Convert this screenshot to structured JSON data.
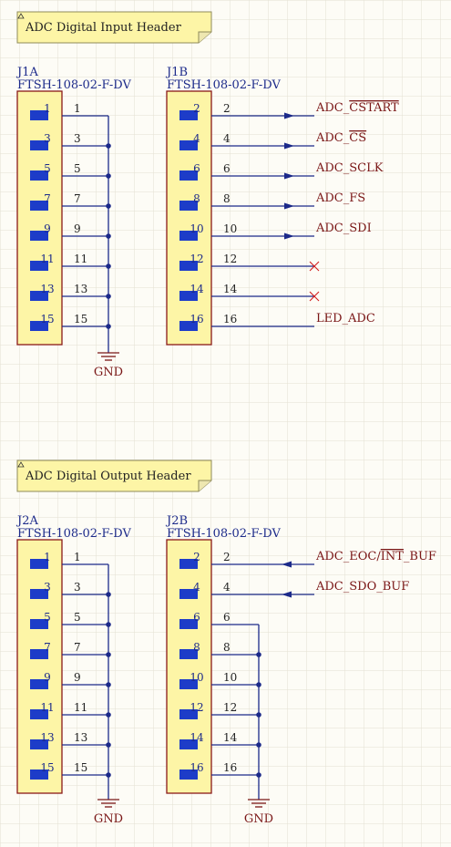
{
  "colors": {
    "background": "#fdfcf6",
    "grid": "#e3e0d2",
    "wire": "#1c2a8a",
    "component_fill": "#fdf5a6",
    "component_border": "#8a1a1a",
    "pin_pad": "#1d3cc8",
    "net_label": "#7a1616",
    "no_connect": "#d21a1a"
  },
  "sections": [
    {
      "note": "ADC Digital Input Header",
      "left": {
        "designator": "J1A",
        "part": "FTSH-108-02-F-DV",
        "pins": [
          {
            "num": "1",
            "net": "1"
          },
          {
            "num": "3",
            "net": "3"
          },
          {
            "num": "5",
            "net": "5"
          },
          {
            "num": "7",
            "net": "7"
          },
          {
            "num": "9",
            "net": "9"
          },
          {
            "num": "11",
            "net": "11"
          },
          {
            "num": "13",
            "net": "13"
          },
          {
            "num": "15",
            "net": "15"
          }
        ],
        "gnd": "GND"
      },
      "right": {
        "designator": "J1B",
        "part": "FTSH-108-02-F-DV",
        "pins": [
          {
            "num": "2",
            "net": "2",
            "port": "ADC_CSTART",
            "kind": "out",
            "overline": "CSTART"
          },
          {
            "num": "4",
            "net": "4",
            "port": "ADC_CS",
            "kind": "out",
            "overline": "CS"
          },
          {
            "num": "6",
            "net": "6",
            "port": "ADC_SCLK",
            "kind": "out"
          },
          {
            "num": "8",
            "net": "8",
            "port": "ADC_FS",
            "kind": "out"
          },
          {
            "num": "10",
            "net": "10",
            "port": "ADC_SDI",
            "kind": "out"
          },
          {
            "num": "12",
            "net": "12",
            "kind": "nc"
          },
          {
            "num": "14",
            "net": "14",
            "kind": "nc"
          },
          {
            "num": "16",
            "net": "16",
            "port": "LED_ADC",
            "kind": "plain"
          }
        ]
      }
    },
    {
      "note": "ADC Digital Output Header",
      "left": {
        "designator": "J2A",
        "part": "FTSH-108-02-F-DV",
        "pins": [
          {
            "num": "1",
            "net": "1"
          },
          {
            "num": "3",
            "net": "3"
          },
          {
            "num": "5",
            "net": "5"
          },
          {
            "num": "7",
            "net": "7"
          },
          {
            "num": "9",
            "net": "9"
          },
          {
            "num": "11",
            "net": "11"
          },
          {
            "num": "13",
            "net": "13"
          },
          {
            "num": "15",
            "net": "15"
          }
        ],
        "gnd": "GND"
      },
      "right": {
        "designator": "J2B",
        "part": "FTSH-108-02-F-DV",
        "pins": [
          {
            "num": "2",
            "net": "2",
            "port": "ADC_EOC/INT_BUF",
            "kind": "in",
            "overline": "INT"
          },
          {
            "num": "4",
            "net": "4",
            "port": "ADC_SDO_BUF",
            "kind": "in"
          },
          {
            "num": "6",
            "net": "6",
            "kind": "gnd"
          },
          {
            "num": "8",
            "net": "8",
            "kind": "gnd"
          },
          {
            "num": "10",
            "net": "10",
            "kind": "gnd"
          },
          {
            "num": "12",
            "net": "12",
            "kind": "gnd"
          },
          {
            "num": "14",
            "net": "14",
            "kind": "gnd"
          },
          {
            "num": "16",
            "net": "16",
            "kind": "gnd"
          }
        ],
        "gnd": "GND"
      }
    }
  ]
}
